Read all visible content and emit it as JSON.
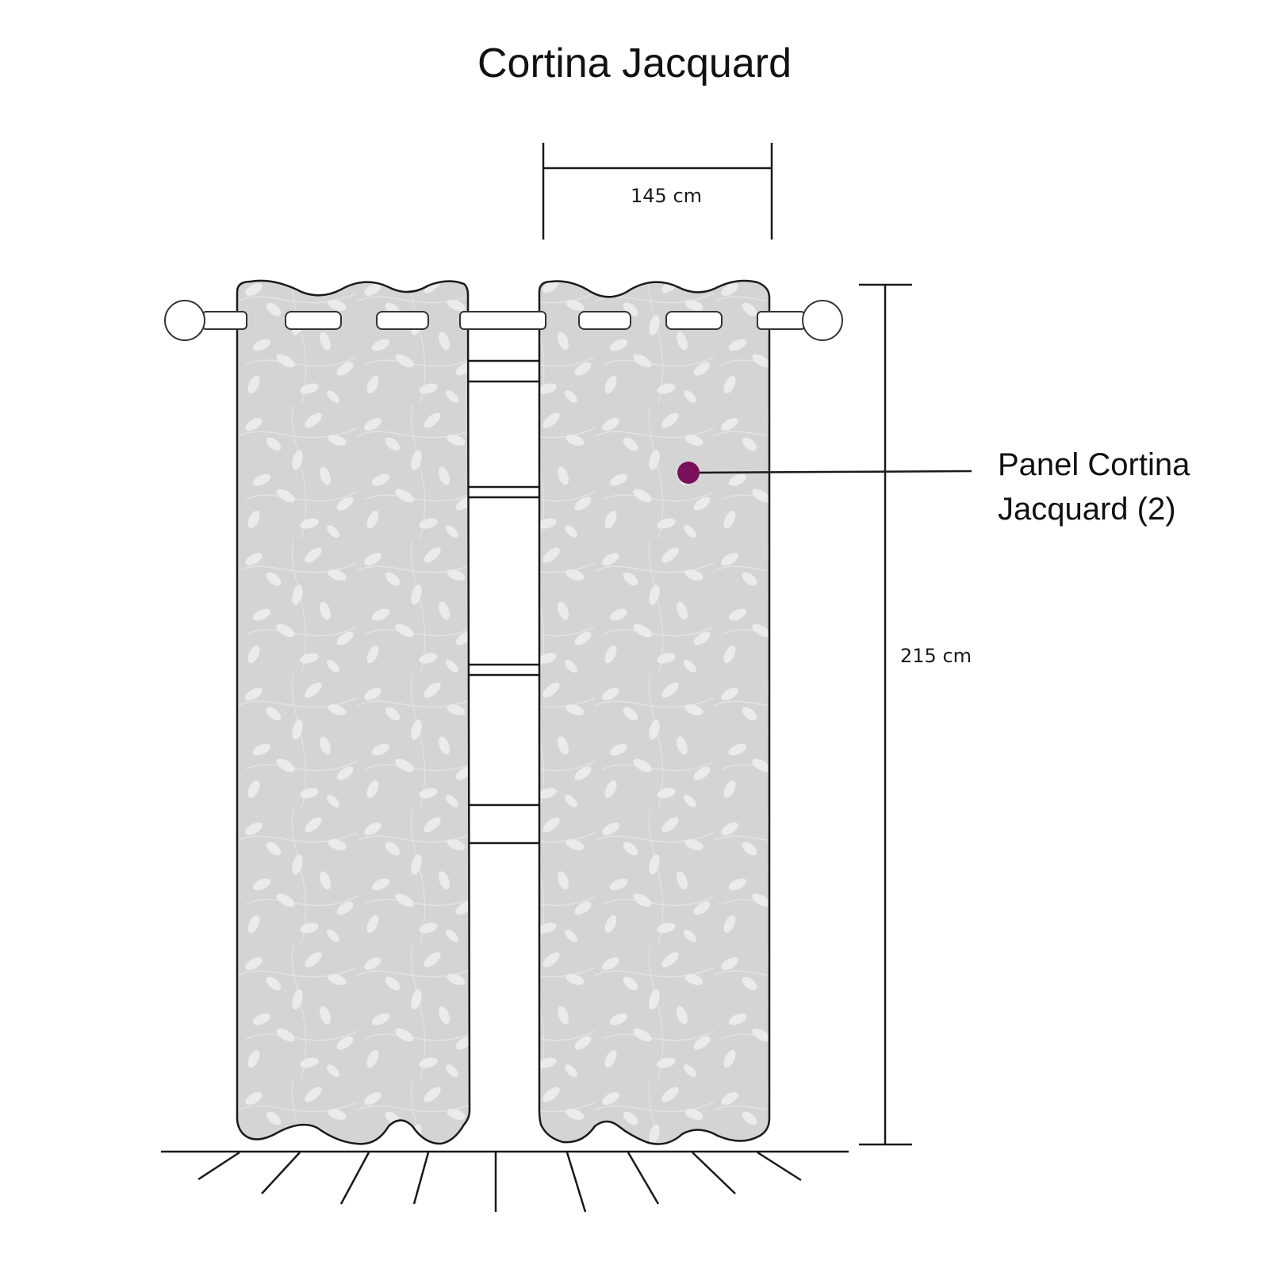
{
  "title": "Cortina Jacquard",
  "dimensions": {
    "width_label": "145 cm",
    "height_label": "215 cm"
  },
  "callout": {
    "line1": "Panel Cortina",
    "line2": "Jacquard (2)",
    "marker_color": "#7a0f5a"
  },
  "colors": {
    "panel_fill": "#d4d4d4",
    "leaf_fill": "#ebebeb",
    "outline": "#1a1a1a",
    "background": "#ffffff"
  },
  "icons": {
    "rod_finial_left": "circle-finial-icon",
    "rod_finial_right": "circle-finial-icon",
    "callout_marker": "dot-marker-icon"
  }
}
